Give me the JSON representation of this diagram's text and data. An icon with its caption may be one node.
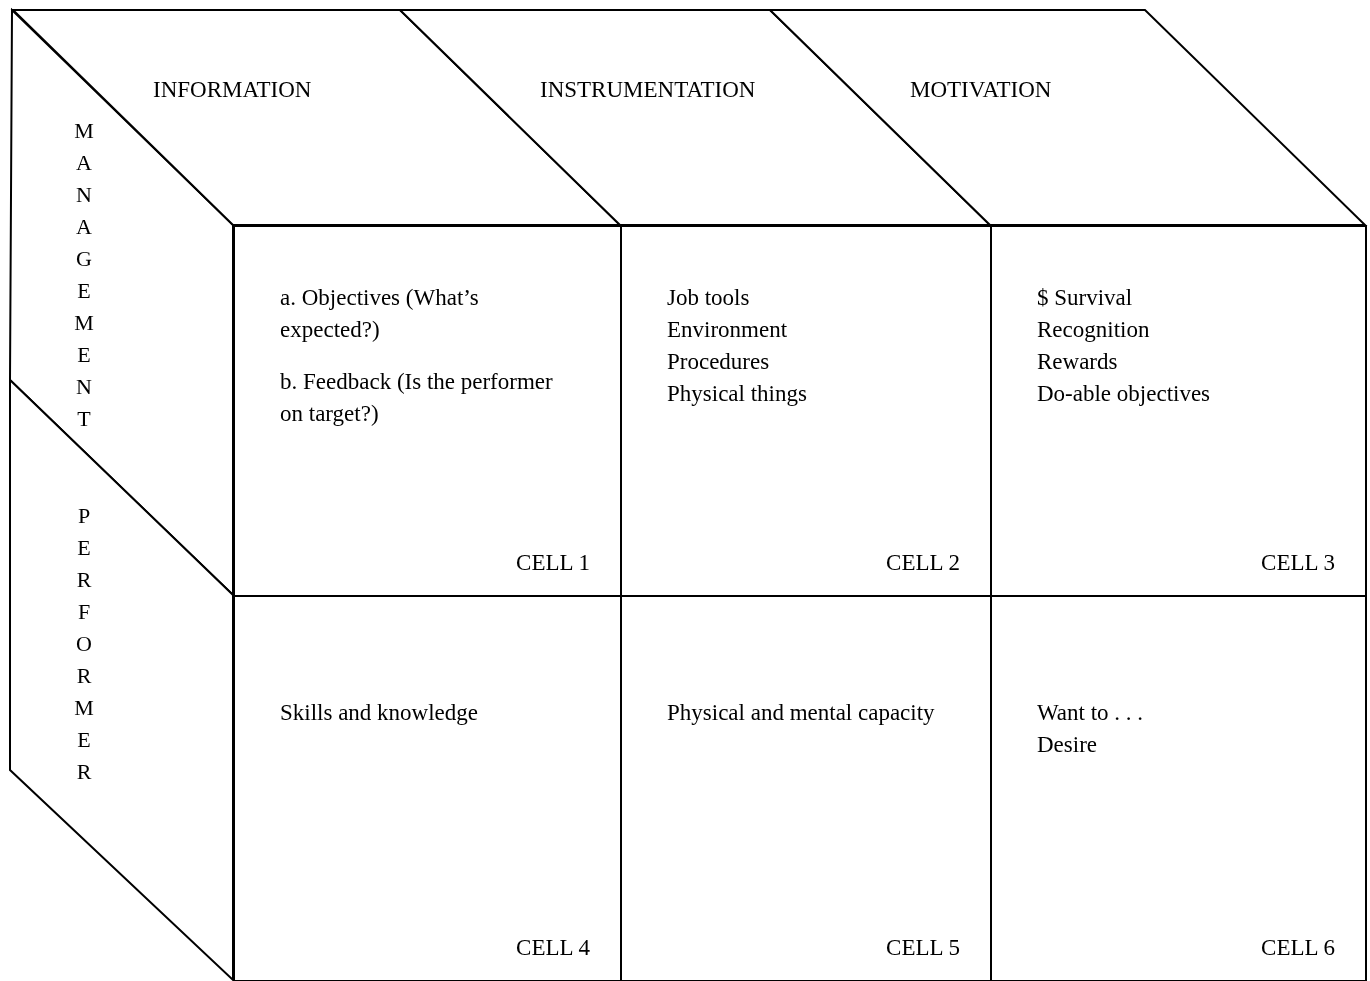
{
  "diagram": {
    "nodes": [
      {
        "text": [
          "MANAGEMENT"
        ]
      },
      {
        "text": [
          "PERFORMER"
        ]
      },
      {
        "text": [
          "INFORMATION"
        ]
      },
      {
        "text": [
          "INSTRUMENTATION"
        ]
      },
      {
        "text": [
          "MOTIVATION"
        ]
      },
      {
        "text": [
          "a.  Objectives (What’s expected?)",
          "b.  Feedback (Is the performer on target?)",
          "CELL 1"
        ]
      },
      {
        "text": [
          "Job tools",
          "Environment",
          "Procedures",
          "Physical things",
          "CELL 2"
        ]
      },
      {
        "text": [
          "$  Survival",
          "Recognition",
          "Rewards",
          "Do-able objectives",
          "CELL 3"
        ]
      },
      {
        "text": [
          "Skills and knowledge",
          "CELL 4"
        ]
      },
      {
        "text": [
          "Physical and mental capacity",
          "CELL 5"
        ]
      },
      {
        "text": [
          "Want to . . .",
          "Desire",
          "CELL 6"
        ]
      }
    ]
  }
}
